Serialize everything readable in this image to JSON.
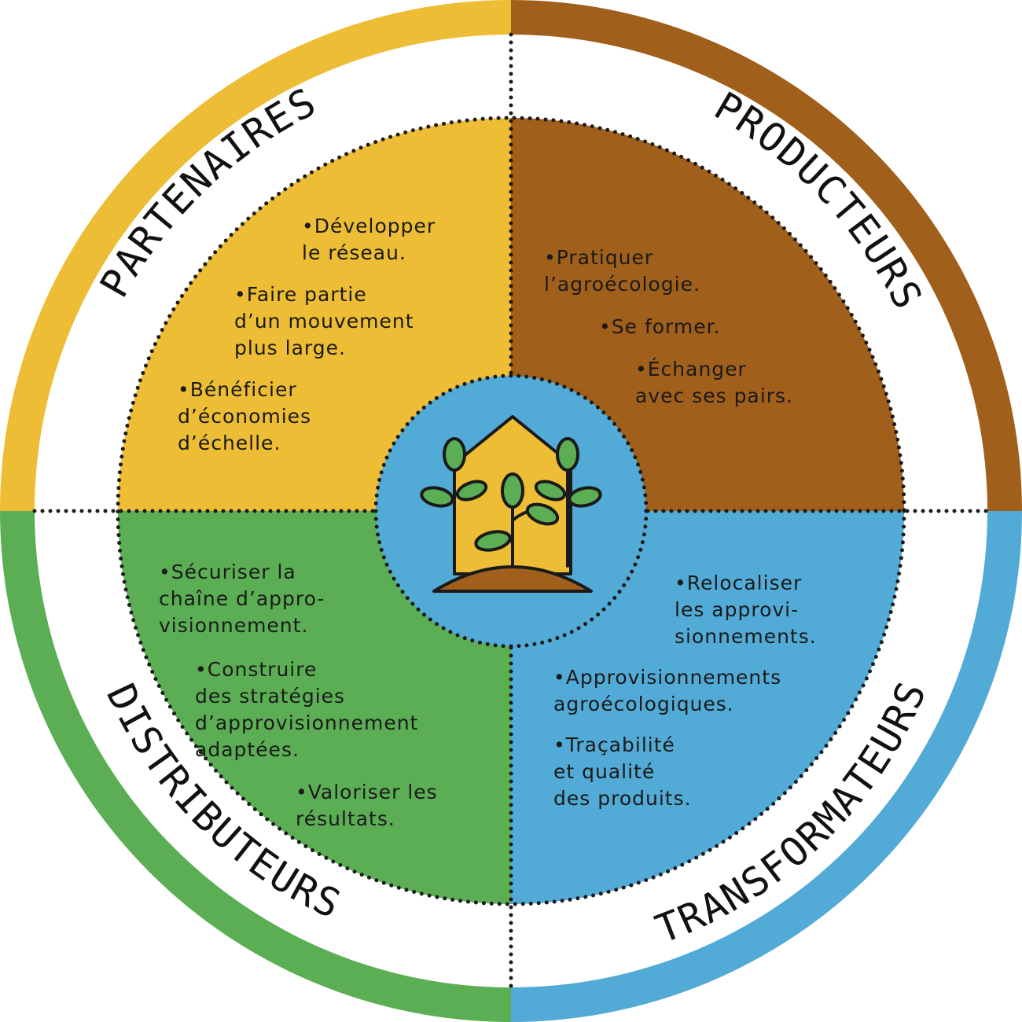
{
  "colors": {
    "partenaires": "#EDBD35",
    "producteurs": "#A05F1B",
    "transformateurs": "#52AAD6",
    "distributeurs": "#5BAE54",
    "center": "#52AAD6",
    "house": "#EDBD35",
    "soil": "#A05F1B",
    "leaf": "#5BAE54",
    "ring": "#ffffff",
    "outline": "#1a1a1a"
  },
  "sections": {
    "partenaires": {
      "title": "PARTENAIRES",
      "items": [
        [
          "•Développer",
          "le réseau."
        ],
        [
          "•Faire partie",
          "d’un mouvement",
          "plus large."
        ],
        [
          "•Bénéficier",
          "d’économies",
          "d’échelle."
        ]
      ]
    },
    "producteurs": {
      "title": "PRODUCTEURS",
      "items": [
        [
          "•Pratiquer",
          "l’agroécologie."
        ],
        [
          "•Se former."
        ],
        [
          "•Échanger",
          "avec ses pairs."
        ]
      ]
    },
    "distributeurs": {
      "title": "DISTRIBUTEURS",
      "items": [
        [
          "•Sécuriser la",
          "chaîne d’appro-",
          "visionnement."
        ],
        [
          "•Construire",
          "des stratégies",
          "d’approvisionnement",
          "adaptées."
        ],
        [
          "•Valoriser les",
          "résultats."
        ]
      ]
    },
    "transformateurs": {
      "title": "TRANSFORMATEURS",
      "items": [
        [
          "•Relocaliser",
          "les approvi-",
          "sionnements."
        ],
        [
          "•Approvisionnements",
          "agroécologiques."
        ],
        [
          "•Traçabilité",
          "et qualité",
          "des produits."
        ]
      ]
    }
  },
  "center_icon": "greenhouse-plant-icon"
}
